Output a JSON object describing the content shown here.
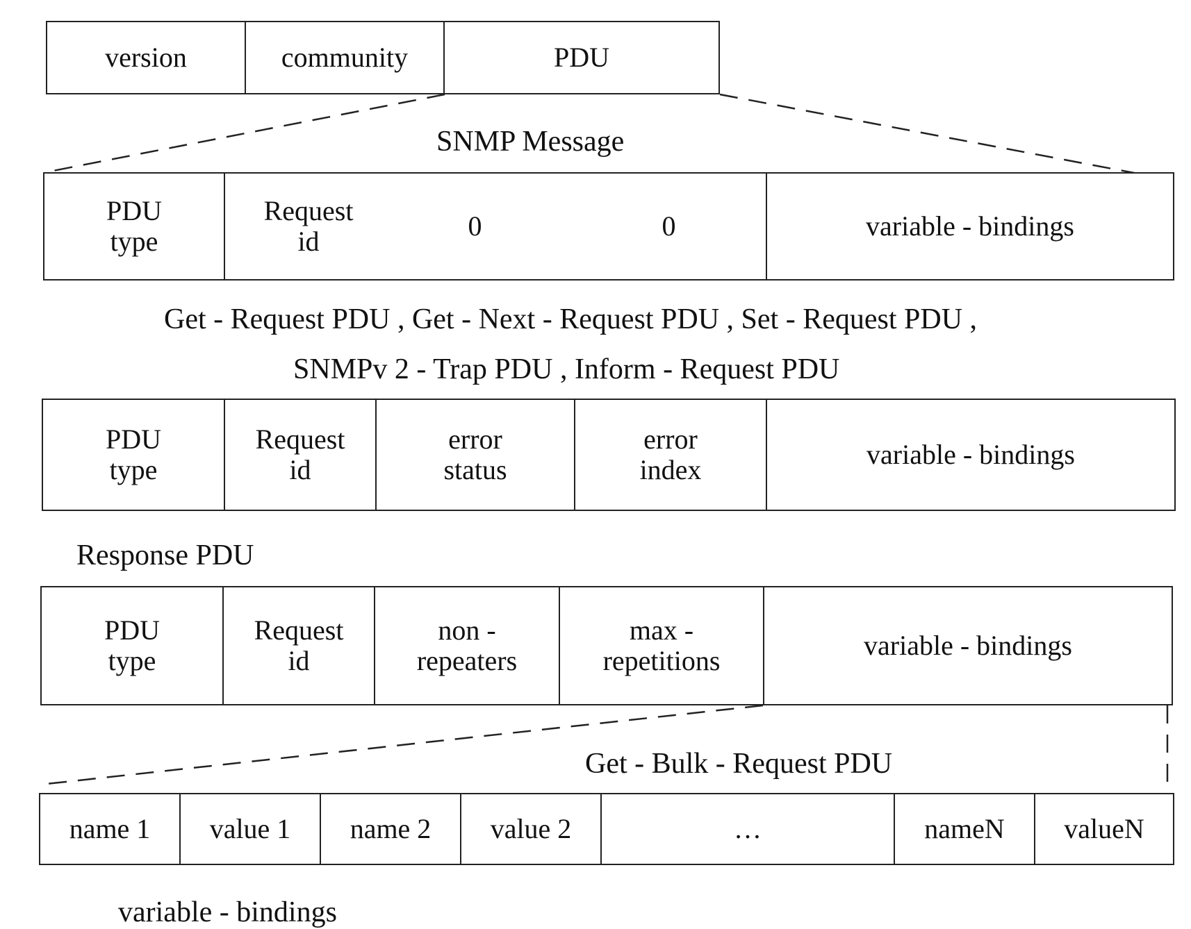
{
  "message": {
    "fields": [
      "version",
      "community",
      "PDU"
    ],
    "caption": "SNMP Message"
  },
  "request_pdu": {
    "pdu_type": "PDU\ntype",
    "request_id": "Request\nid",
    "zero_a": "0",
    "zero_b": "0",
    "bindings": "variable - bindings",
    "caption_line1": "Get - Request PDU ,  Get - Next  -  Request PDU ,  Set - Request PDU ,",
    "caption_line2": "SNMPv 2 - Trap PDU , Inform - Request PDU"
  },
  "response_pdu": {
    "fields": [
      "PDU\ntype",
      "Request\nid",
      "error\nstatus",
      "error\nindex",
      "variable - bindings"
    ],
    "caption": "Response PDU"
  },
  "bulk_pdu": {
    "fields": [
      "PDU\ntype",
      "Request\nid",
      "non -\nrepeaters",
      "max -\nrepetitions",
      "variable - bindings"
    ],
    "caption": "Get - Bulk - Request PDU"
  },
  "varbinds": {
    "fields": [
      "name 1",
      "value 1",
      "name 2",
      "value 2",
      "…",
      "nameN",
      "valueN"
    ],
    "caption": "variable - bindings"
  }
}
